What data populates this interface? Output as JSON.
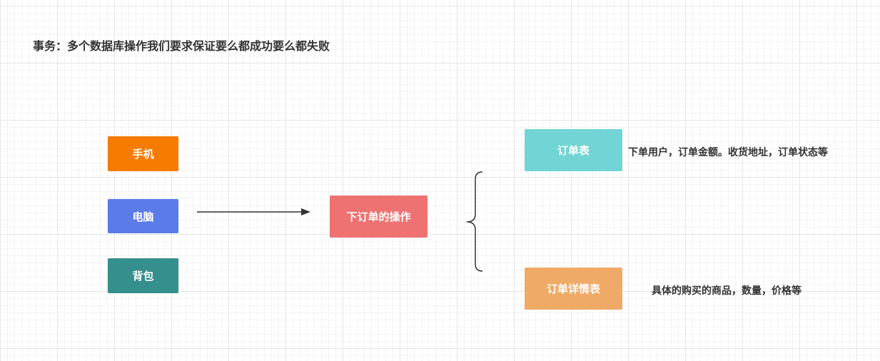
{
  "title": "事务：多个数据库操作我们要求保证要么都成功要么都失败",
  "products": {
    "phone": {
      "label": "手机",
      "color": "#f57c00"
    },
    "computer": {
      "label": "电脑",
      "color": "#5b7be8"
    },
    "backpack": {
      "label": "背包",
      "color": "#358f8c"
    }
  },
  "operation": {
    "label": "下订单的操作",
    "color": "#ee7272"
  },
  "tables": {
    "order": {
      "label": "订单表",
      "color": "#71d5d5",
      "note": "下单用户，订单金额。收货地址，订单状态等"
    },
    "detail": {
      "label": "订单详情表",
      "color": "#f0aa67",
      "note": "具体的购买的商品，数量，价格等"
    }
  }
}
